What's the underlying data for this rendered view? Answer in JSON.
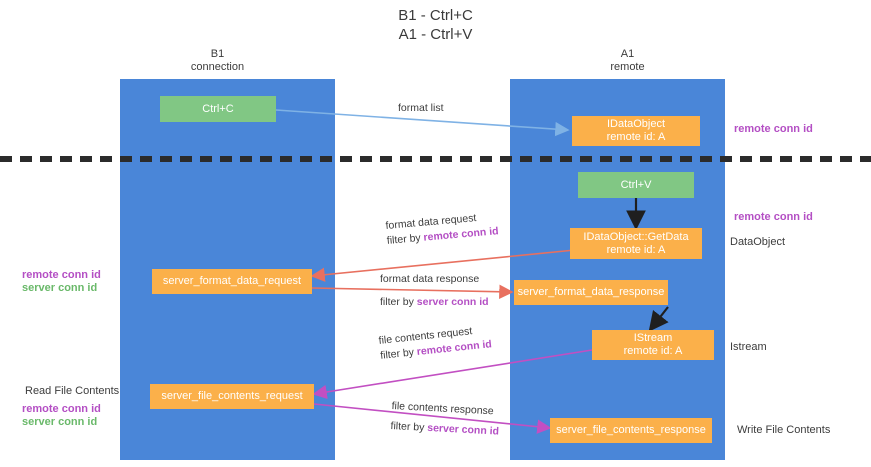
{
  "title": {
    "line1": "B1 - Ctrl+C",
    "line2": "A1 - Ctrl+V"
  },
  "lanes": [
    {
      "id": "b1",
      "name": "B1",
      "role": "connection"
    },
    {
      "id": "a1",
      "name": "A1",
      "role": "remote"
    }
  ],
  "nodes": {
    "ctrl_c": {
      "label": "Ctrl+C",
      "color": "#81c784"
    },
    "ctrl_v": {
      "label": "Ctrl+V",
      "color": "#81c784"
    },
    "idataobject": {
      "line1": "IDataObject",
      "line2": "remote id: A",
      "color": "#fbb04a"
    },
    "getdata": {
      "line1": "IDataObject::GetData",
      "line2": "remote id: A",
      "color": "#fbb04a"
    },
    "istream": {
      "line1": "IStream",
      "line2": "remote id: A",
      "color": "#fbb04a"
    },
    "fmt_req": {
      "label": "server_format_data_request",
      "color": "#fbb04a"
    },
    "fmt_resp": {
      "label": "server_format_data_response",
      "color": "#fbb04a"
    },
    "file_req": {
      "label": "server_file_contents_request",
      "color": "#fbb04a"
    },
    "file_resp": {
      "label": "server_file_contents_response",
      "color": "#fbb04a"
    }
  },
  "edge_labels": {
    "format_list": "format list",
    "fmt_req_l1": "format data request",
    "fmt_req_l2a": "filter by ",
    "fmt_req_l2b": "remote conn id",
    "fmt_resp_l1": "format data response",
    "fmt_resp_l2a": "filter by ",
    "fmt_resp_l2b": "server conn id",
    "file_req_l1": "file contents request",
    "file_req_l2a": "filter by ",
    "file_req_l2b": "remote conn id",
    "file_resp_l1": "file contents response",
    "file_resp_l2a": "filter by ",
    "file_resp_l2b": "server conn id"
  },
  "annotations": {
    "right_remote_conn_1": "remote conn id",
    "right_remote_conn_2": "remote conn id",
    "dataobject": "DataObject",
    "istream": "Istream",
    "write_file_contents": "Write File Contents",
    "read_file_contents": "Read File Contents",
    "left_remote_conn": "remote conn id",
    "left_server_conn": "server conn id",
    "left_remote_conn_2": "remote conn id",
    "left_server_conn_2": "server conn id"
  },
  "colors": {
    "lane": "#4a86d8",
    "green": "#81c784",
    "orange": "#fbb04a",
    "purple": "#b44fc4",
    "green_text": "#6ab96a",
    "red_arrow": "#e8705f",
    "blue_arrow": "#7fb2e5",
    "magenta_arrow": "#c24fc2",
    "dark_arrow": "#1f1f1f"
  }
}
